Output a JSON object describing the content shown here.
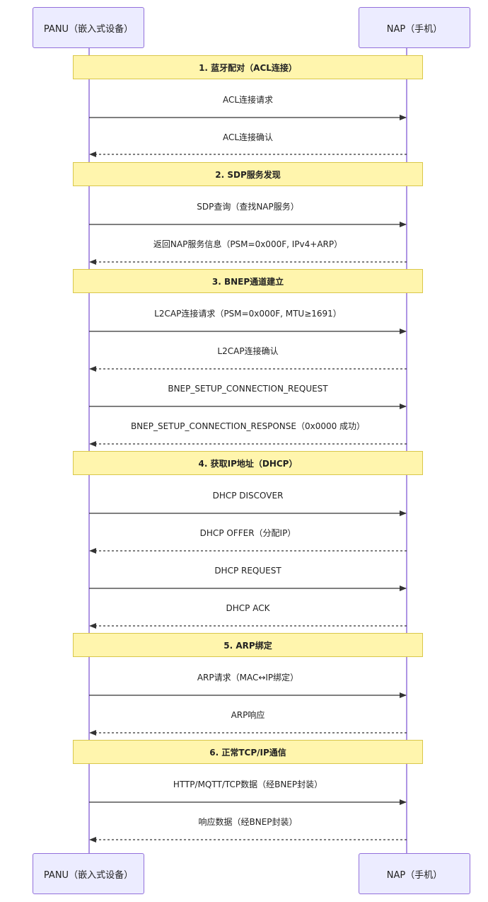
{
  "actors": {
    "left": "PANU（嵌入式设备）",
    "right": "NAP（手机）"
  },
  "notes": [
    "1. 蓝牙配对（ACL连接）",
    "2. SDP服务发现",
    "3. BNEP通道建立",
    "4. 获取IP地址（DHCP）",
    "5. ARP绑定",
    "6. 正常TCP/IP通信"
  ],
  "messages": [
    {
      "text": "ACL连接请求",
      "dir": "right",
      "style": "solid"
    },
    {
      "text": "ACL连接确认",
      "dir": "left",
      "style": "dashed"
    },
    {
      "text": "SDP查询（查找NAP服务）",
      "dir": "right",
      "style": "solid"
    },
    {
      "text": "返回NAP服务信息（PSM=0x000F, IPv4+ARP）",
      "dir": "left",
      "style": "dashed"
    },
    {
      "text": "L2CAP连接请求（PSM=0x000F, MTU≥1691）",
      "dir": "right",
      "style": "solid"
    },
    {
      "text": "L2CAP连接确认",
      "dir": "left",
      "style": "dashed"
    },
    {
      "text": "BNEP_SETUP_CONNECTION_REQUEST",
      "dir": "right",
      "style": "solid"
    },
    {
      "text": "BNEP_SETUP_CONNECTION_RESPONSE（0x0000 成功）",
      "dir": "left",
      "style": "dashed"
    },
    {
      "text": "DHCP DISCOVER",
      "dir": "right",
      "style": "solid"
    },
    {
      "text": "DHCP OFFER（分配IP）",
      "dir": "left",
      "style": "dashed"
    },
    {
      "text": "DHCP REQUEST",
      "dir": "right",
      "style": "solid"
    },
    {
      "text": "DHCP ACK",
      "dir": "left",
      "style": "dashed"
    },
    {
      "text": "ARP请求（MAC↔IP绑定）",
      "dir": "right",
      "style": "solid"
    },
    {
      "text": "ARP响应",
      "dir": "left",
      "style": "dashed"
    },
    {
      "text": "HTTP/MQTT/TCP数据（经BNEP封装）",
      "dir": "right",
      "style": "solid"
    },
    {
      "text": "响应数据（经BNEP封装）",
      "dir": "left",
      "style": "dashed"
    }
  ],
  "colors": {
    "actor_fill": "#ececff",
    "actor_border": "#9370db",
    "lifeline": "#9370db",
    "note_fill": "#fff5ad",
    "note_border": "#d9c74a",
    "arrow": "#333333"
  }
}
